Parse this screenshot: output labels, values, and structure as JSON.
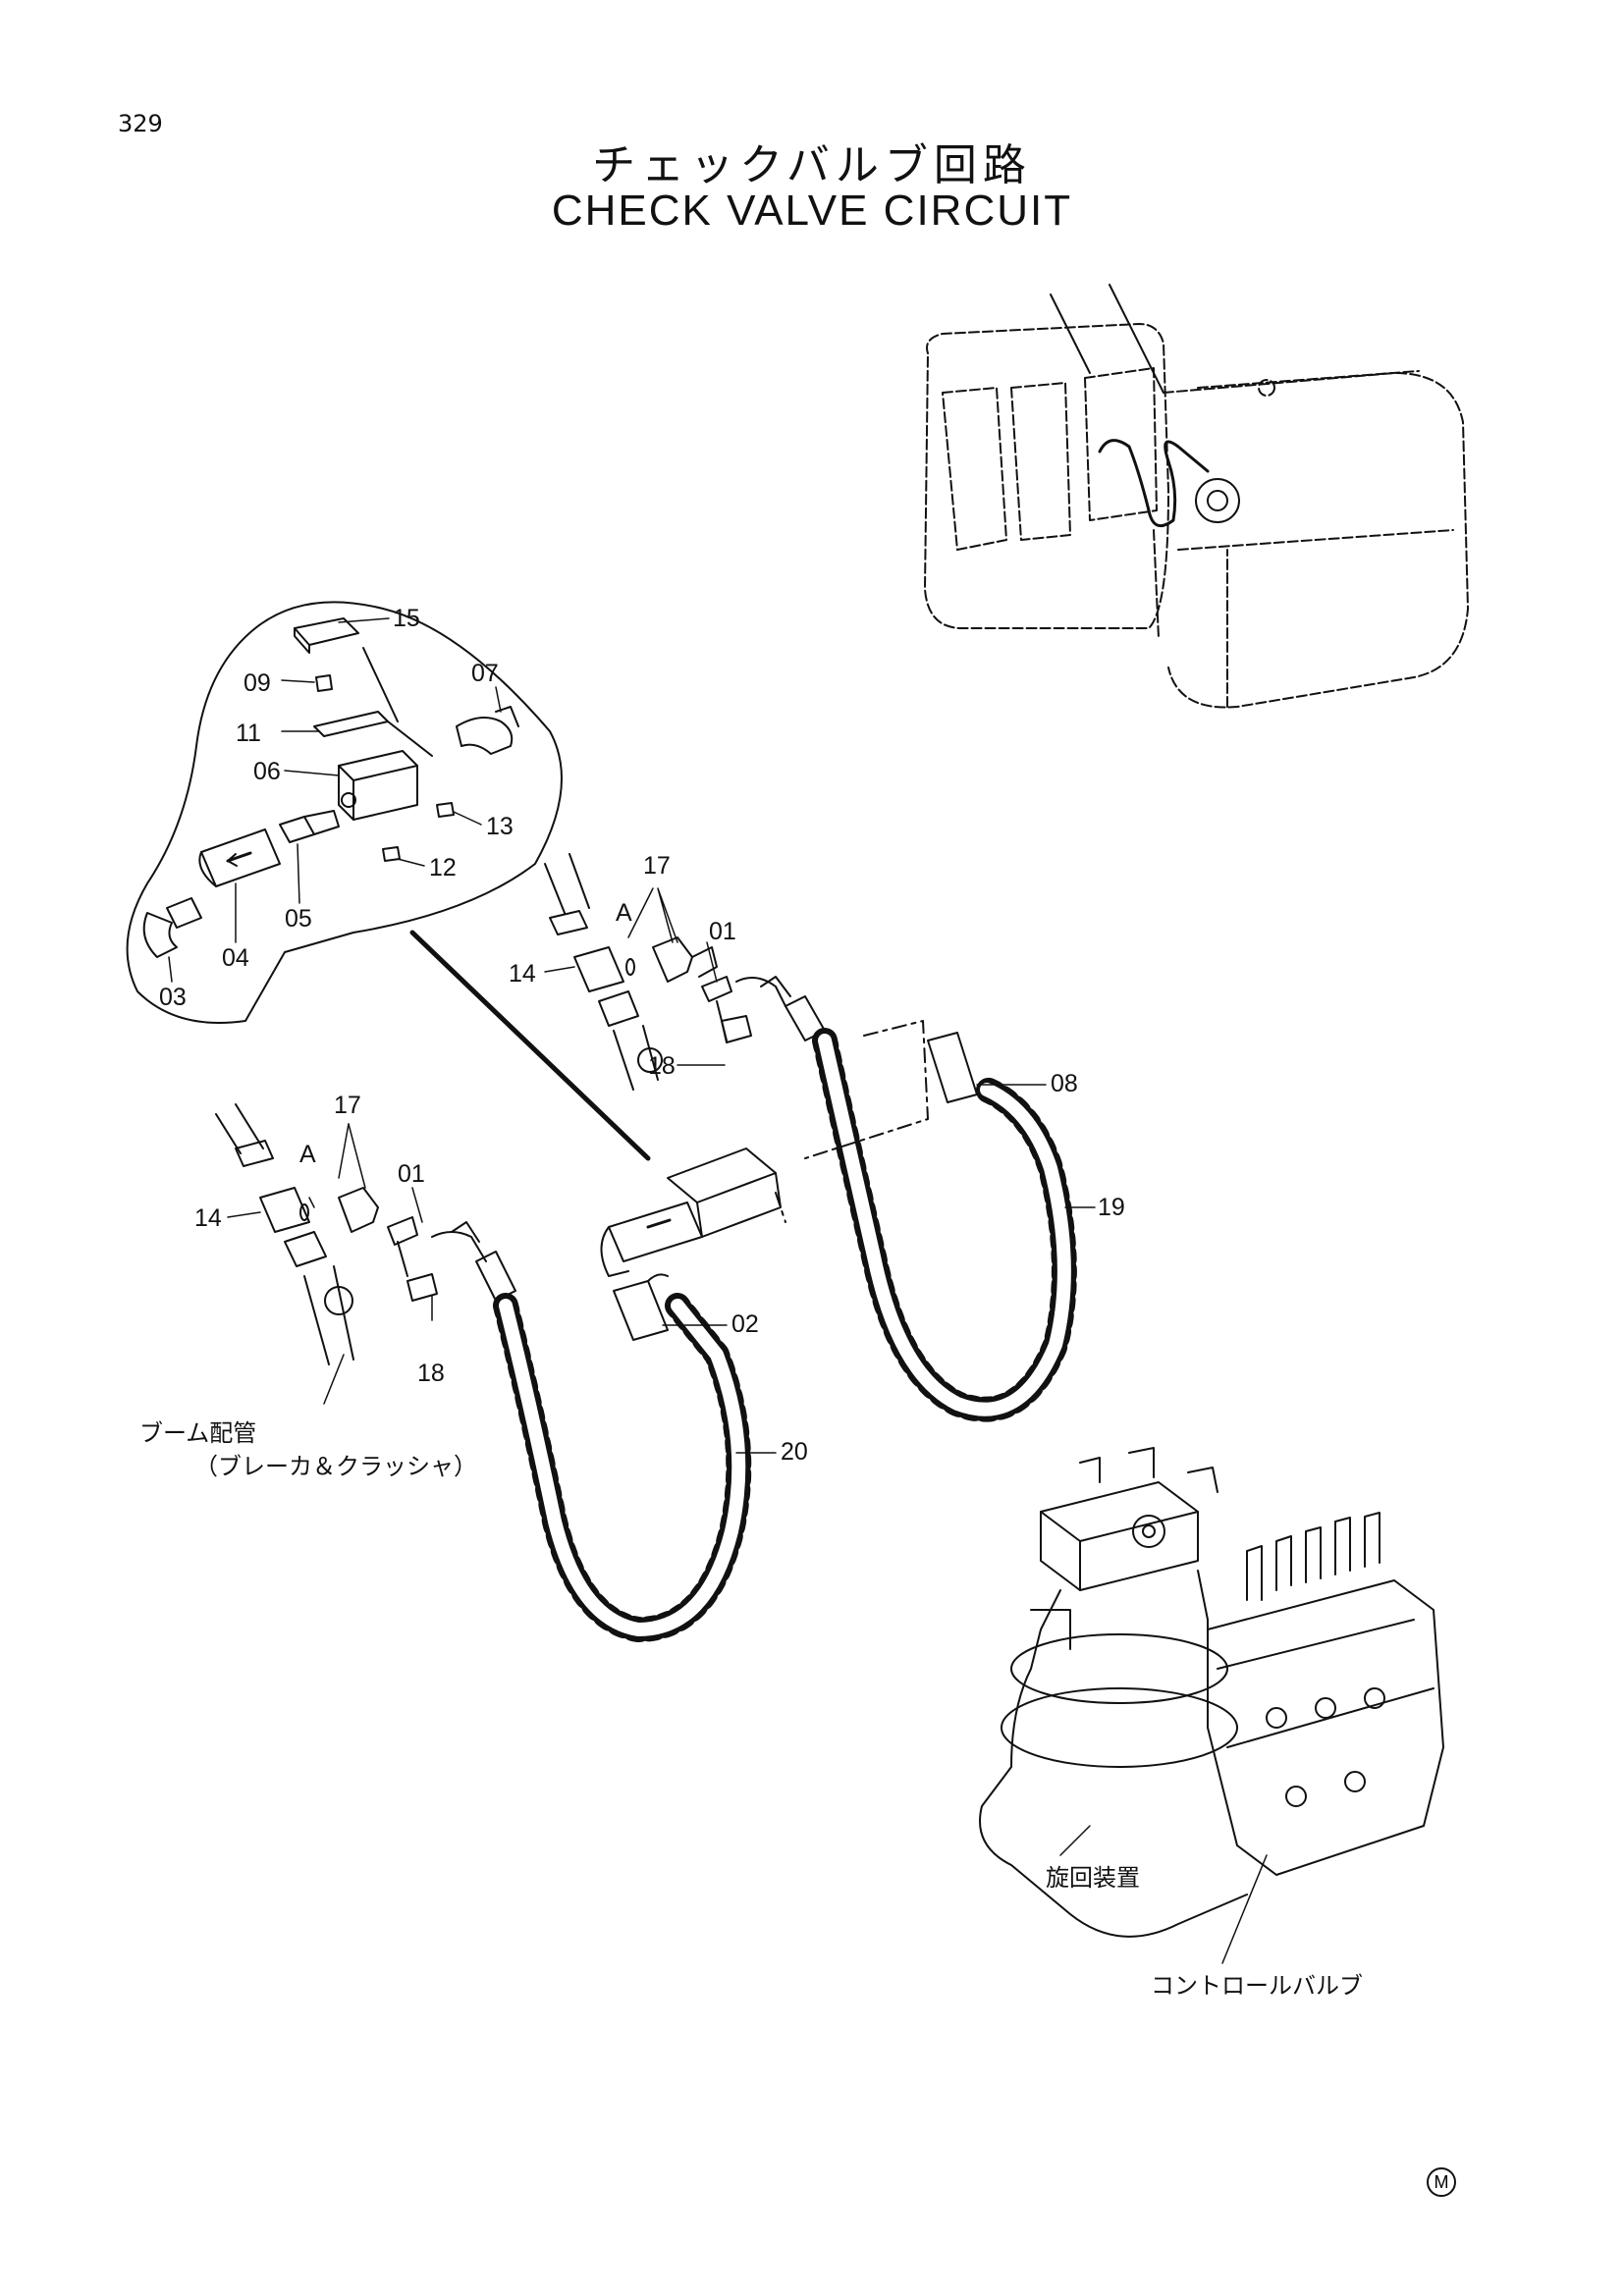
{
  "page_number": "329",
  "title": {
    "japanese": "チェックバルブ回路",
    "english": "CHECK VALVE CIRCUIT"
  },
  "part_labels": {
    "p01_a": "01",
    "p01_b": "01",
    "p02": "02",
    "p03": "03",
    "p04": "04",
    "p05": "05",
    "p06": "06",
    "p07": "07",
    "p08": "08",
    "p09": "09",
    "p11": "11",
    "p12": "12",
    "p13": "13",
    "p14_a": "14",
    "p14_b": "14",
    "p15": "15",
    "p17_a": "17",
    "p17_b": "17",
    "p18_a": "18",
    "p18_b": "18",
    "p19": "19",
    "p20": "20",
    "view_a_1": "A",
    "view_a_2": "A"
  },
  "annotations": {
    "boom_piping_line1": "ブーム配管",
    "boom_piping_line2": "（ブレーカ＆クラッシャ）",
    "swing_device": "旋回装置",
    "control_valve": "コントロールバルブ"
  },
  "mark": "M"
}
